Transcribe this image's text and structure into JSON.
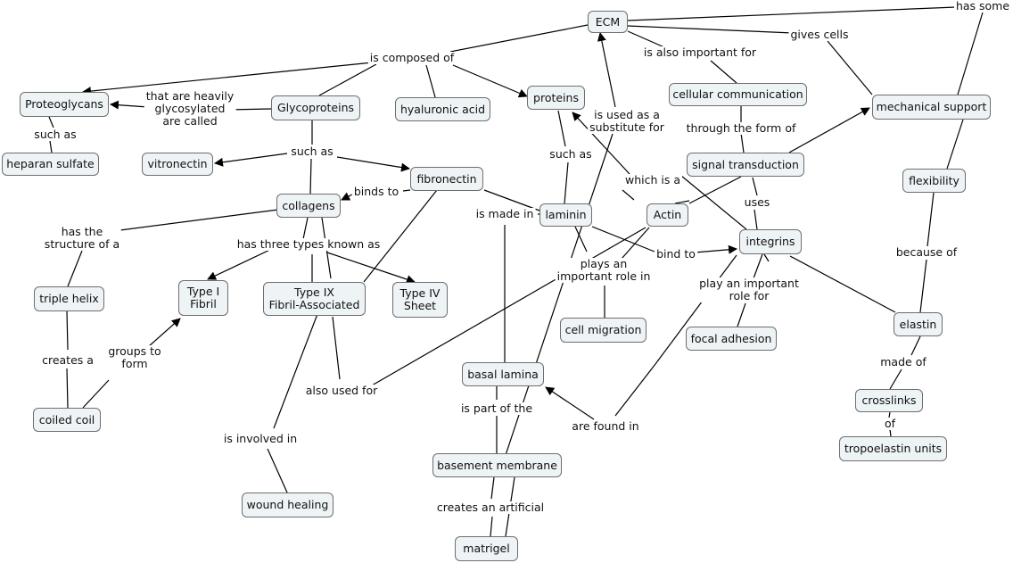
{
  "nodes": {
    "ecm": "ECM",
    "proteoglycans": "Proteoglycans",
    "glycoproteins": "Glycoproteins",
    "hyaluronic_acid": "hyaluronic acid",
    "proteins": "proteins",
    "cellular_communication": "cellular communication",
    "mechanical_support": "mechanical support",
    "heparan_sulfate": "heparan sulfate",
    "vitronectin": "vitronectin",
    "fibronectin": "fibronectin",
    "signal_transduction": "signal transduction",
    "flexibility": "flexibility",
    "collagens": "collagens",
    "laminin": "laminin",
    "actin": "Actin",
    "integrins": "integrins",
    "triple_helix": "triple helix",
    "type_i": "Type I\nFibril",
    "type_ix": "Type IX\nFibril-Associated",
    "type_iv": "Type IV\nSheet",
    "cell_migration": "cell migration",
    "focal_adhesion": "focal adhesion",
    "elastin": "elastin",
    "basal_lamina": "basal lamina",
    "crosslinks": "crosslinks",
    "coiled_coil": "coiled coil",
    "tropoelastin": "tropoelastin units",
    "basement_membrane": "basement membrane",
    "wound_healing": "wound healing",
    "matrigel": "matrigel"
  },
  "links": {
    "has_some": "has some",
    "gives_cells": "gives cells",
    "is_composed_of": "is composed of",
    "also_important_for": "is also important for",
    "heavily_glycosylated": "that are heavily\nglycosylated\nare called",
    "used_as_substitute": "is used as a\nsubstitute for",
    "through_form_of": "through the form of",
    "such_as_1": "such as",
    "such_as_2": "such as",
    "such_as_3": "such as",
    "which_is_a": "which is a",
    "binds_to": "binds to",
    "uses": "uses",
    "is_made_in": "is made in",
    "has_structure_of": "has the\nstructure of a",
    "has_three_types": "has three types known as",
    "bind_to": "bind to",
    "because_of": "because of",
    "plays_important_role": "plays an\nimportant role in",
    "play_important_role": "play an important\nrole for",
    "groups_to_form": "groups to\nform",
    "creates_a": "creates a",
    "made_of": "made of",
    "also_used_for": "also used for",
    "is_part_of": "is part of the",
    "are_found_in": "are found in",
    "of": "of",
    "is_involved_in": "is involved in",
    "creates_artificial": "creates an artificial"
  },
  "colors": {
    "node_fill": "#eef3f6",
    "node_border": "#6e6e6e",
    "line": "#000000"
  }
}
